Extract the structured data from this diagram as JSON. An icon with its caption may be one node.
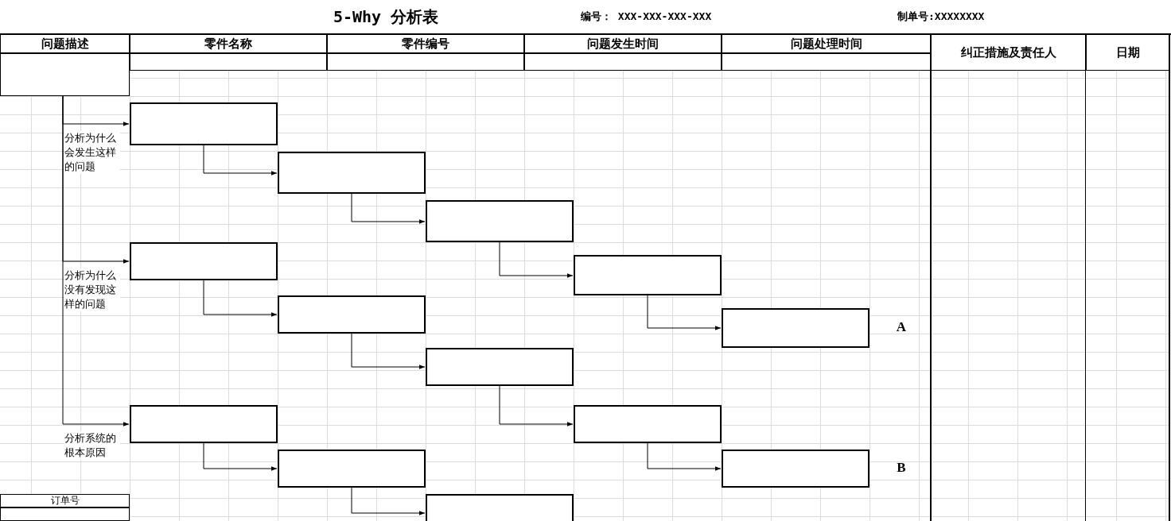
{
  "diagram": {
    "title": "5-Why 分析表",
    "nodes": [
      {
        "text": [],
        "shape": "box"
      },
      {
        "text": [],
        "shape": "box"
      },
      {
        "text": [],
        "shape": "box"
      },
      {
        "text": [],
        "shape": "box"
      },
      {
        "text": [],
        "shape": "box"
      },
      {
        "text": [],
        "shape": "box"
      },
      {
        "text": [],
        "shape": "box"
      },
      {
        "text": [],
        "shape": "box",
        "beside": [
          "A"
        ]
      },
      {
        "text": [],
        "shape": "box"
      },
      {
        "text": [],
        "shape": "box"
      },
      {
        "text": [],
        "shape": "box"
      },
      {
        "text": [],
        "shape": "box"
      },
      {
        "text": [],
        "shape": "box",
        "beside": [
          "B"
        ]
      },
      {
        "text": [],
        "shape": "box"
      }
    ],
    "edges": [
      {
        "from": 0,
        "to": 1,
        "arrow": "to",
        "label": "分析为什么会发生这样的问题"
      },
      {
        "from": 0,
        "to": 4,
        "arrow": "to",
        "label": "分析为什么没有发现这样的问题"
      },
      {
        "from": 0,
        "to": 9,
        "arrow": "to",
        "label": "分析系统的根本原因"
      },
      {
        "from": 1,
        "to": 2,
        "arrow": "to"
      },
      {
        "from": 2,
        "to": 3,
        "arrow": "to"
      },
      {
        "from": 3,
        "to": 5,
        "arrow": "to"
      },
      {
        "from": 5,
        "to": 7,
        "arrow": "to"
      },
      {
        "from": 4,
        "to": 6,
        "arrow": "to"
      },
      {
        "from": 6,
        "to": 8,
        "arrow": "to"
      },
      {
        "from": 8,
        "to": 10,
        "arrow": "to"
      },
      {
        "from": 10,
        "to": 12,
        "arrow": "to"
      },
      {
        "from": 9,
        "to": 11,
        "arrow": "to"
      },
      {
        "from": 11,
        "to": 13,
        "arrow": "to"
      }
    ],
    "labels": [
      "编号： XXX-XXX-XXX-XXX",
      "制单号:XXXXXXXX",
      "问题描述",
      "零件名称",
      "零件编号",
      "问题发生时间",
      "问题处理时间",
      "纠正措施及责任人",
      "日期",
      "订单号"
    ]
  }
}
